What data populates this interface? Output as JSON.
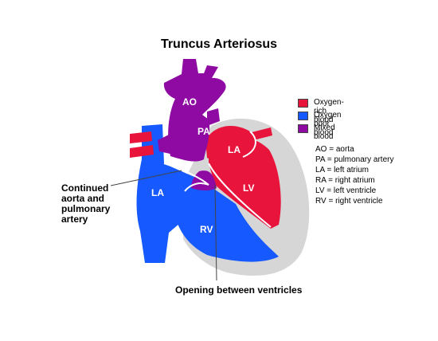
{
  "title": "Truncus Arteriosus",
  "colors": {
    "oxygen_rich": "#e8143c",
    "oxygen_poor": "#1559ff",
    "mixed": "#8e0aa3",
    "outline": "#d6d6d6"
  },
  "heart_labels": {
    "ao": "AO",
    "pa": "PA",
    "la_upper": "LA",
    "la_left": "LA",
    "lv": "LV",
    "rv": "RV"
  },
  "callouts": {
    "continued_line1": "Continued",
    "continued_line2": "aorta and",
    "continued_line3": "pulmonary",
    "continued_line4": "artery",
    "opening": "Opening between ventricles"
  },
  "legend": [
    {
      "label": "Oxygen-rich blood",
      "color": "#e8143c"
    },
    {
      "label": "Oxygen poor blood",
      "color": "#1559ff"
    },
    {
      "label": "Mixed blood",
      "color": "#8e0aa3"
    }
  ],
  "abbreviations": [
    "AO = aorta",
    "PA = pulmonary artery",
    "LA = left atrium",
    "RA = right atrium",
    "LV = left ventricle",
    "RV = right ventricle"
  ]
}
